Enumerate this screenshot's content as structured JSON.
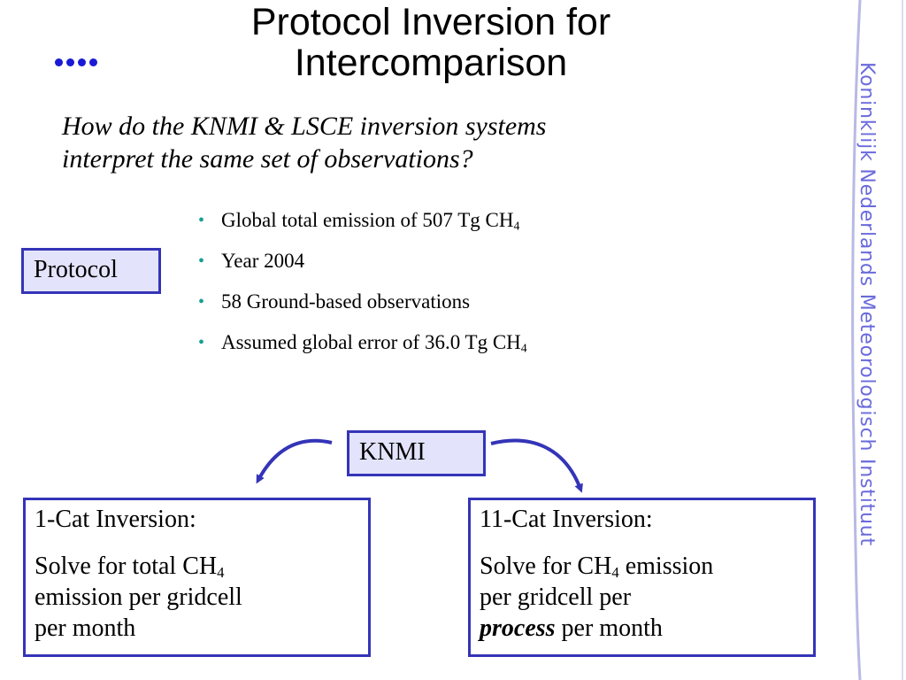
{
  "slide": {
    "title_line1": "Protocol Inversion for",
    "title_line2": "Intercomparison",
    "subtitle_line1": "How do the KNMI & LSCE inversion systems",
    "subtitle_line2": "interpret the same set of observations?",
    "bullet_marker": "•",
    "bullets": [
      {
        "text": "Global total emission of 507 Tg CH",
        "sub": "4"
      },
      {
        "text": "Year 2004"
      },
      {
        "text": "58 Ground-based observations"
      },
      {
        "text": "Assumed global error of 36.0 Tg CH",
        "sub": "4"
      }
    ],
    "protocol_label": "Protocol",
    "knmi_label": "KNMI",
    "cat1": {
      "heading": "1-Cat Inversion:",
      "line1_pre": "Solve for total CH",
      "line1_sub": "4",
      "line2": "emission per gridcell",
      "line3": "per month"
    },
    "cat11": {
      "heading": "11-Cat Inversion:",
      "line1_pre": "Solve for CH",
      "line1_sub": "4",
      "line1_post": " emission",
      "line2": "per gridcell per",
      "line3_emph": "process",
      "line3_post": " per month"
    },
    "sidebar_text": "Koninklijk Nederlands Meteorologisch Instituut",
    "colors": {
      "accent_blue": "#3434b8",
      "box_fill": "#e3e3fb",
      "bullet": "#18a08f",
      "sidebar_text": "#6a6adc"
    }
  }
}
